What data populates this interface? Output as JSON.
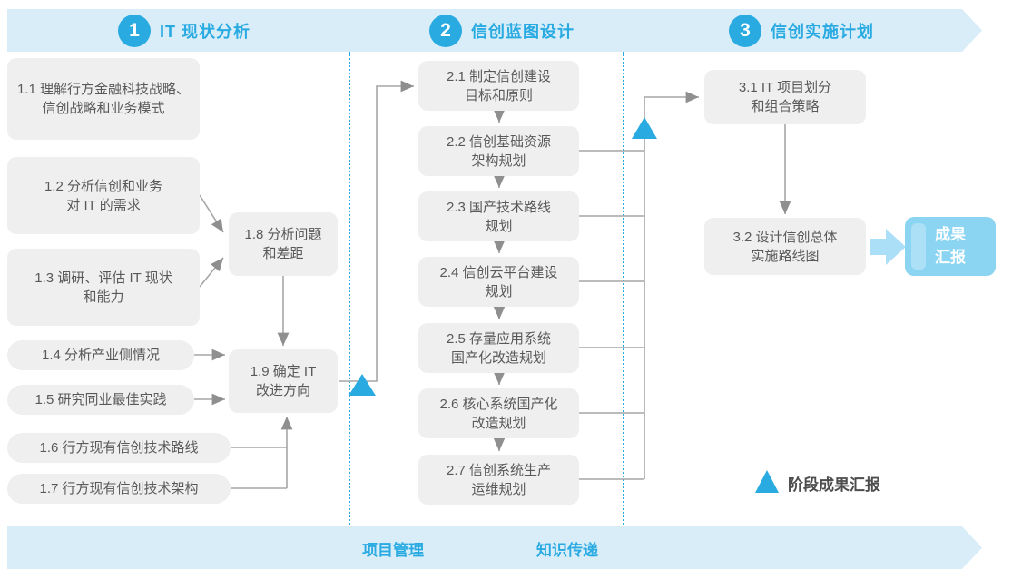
{
  "colors": {
    "accent_blue": "#29ABE2",
    "banner_bg": "#D9EDF9",
    "box_bg": "#EFEFEF",
    "box_text": "#595959",
    "connector_gray": "#A6A6A6",
    "result_box_bg": "#8BD5F3",
    "result_arrow": "#ABDFF7"
  },
  "phases": [
    {
      "number": "1",
      "title": "IT 现状分析"
    },
    {
      "number": "2",
      "title": "信创蓝图设计"
    },
    {
      "number": "3",
      "title": "信创实施计划"
    }
  ],
  "phase1": {
    "boxes": [
      {
        "id": "1.1",
        "label": "1.1 理解行方金融科技战略、\n信创战略和业务模式"
      },
      {
        "id": "1.2",
        "label": "1.2 分析信创和业务\n对 IT 的需求"
      },
      {
        "id": "1.3",
        "label": "1.3 调研、评估 IT 现状\n和能力"
      },
      {
        "id": "1.4",
        "label": "1.4 分析产业侧情况"
      },
      {
        "id": "1.5",
        "label": "1.5 研究同业最佳实践"
      },
      {
        "id": "1.6",
        "label": "1.6 行方现有信创技术路线"
      },
      {
        "id": "1.7",
        "label": "1.7 行方现有信创技术架构"
      },
      {
        "id": "1.8",
        "label": "1.8 分析问题\n和差距"
      },
      {
        "id": "1.9",
        "label": "1.9 确定 IT\n改进方向"
      }
    ]
  },
  "phase2": {
    "boxes": [
      {
        "id": "2.1",
        "label": "2.1 制定信创建设\n目标和原则"
      },
      {
        "id": "2.2",
        "label": "2.2 信创基础资源\n架构规划"
      },
      {
        "id": "2.3",
        "label": "2.3 国产技术路线\n规划"
      },
      {
        "id": "2.4",
        "label": "2.4 信创云平台建设\n规划"
      },
      {
        "id": "2.5",
        "label": "2.5 存量应用系统\n国产化改造规划"
      },
      {
        "id": "2.6",
        "label": "2.6 核心系统国产化\n改造规划"
      },
      {
        "id": "2.7",
        "label": "2.7 信创系统生产\n运维规划"
      }
    ]
  },
  "phase3": {
    "boxes": [
      {
        "id": "3.1",
        "label": "3.1 IT 项目划分\n和组合策略"
      },
      {
        "id": "3.2",
        "label": "3.2 设计信创总体\n实施路线图"
      }
    ],
    "result_label": "成果\n汇报"
  },
  "legend": {
    "label": "阶段成果汇报"
  },
  "footer": {
    "items": [
      {
        "label": "项目管理"
      },
      {
        "label": "知识传递"
      }
    ]
  }
}
